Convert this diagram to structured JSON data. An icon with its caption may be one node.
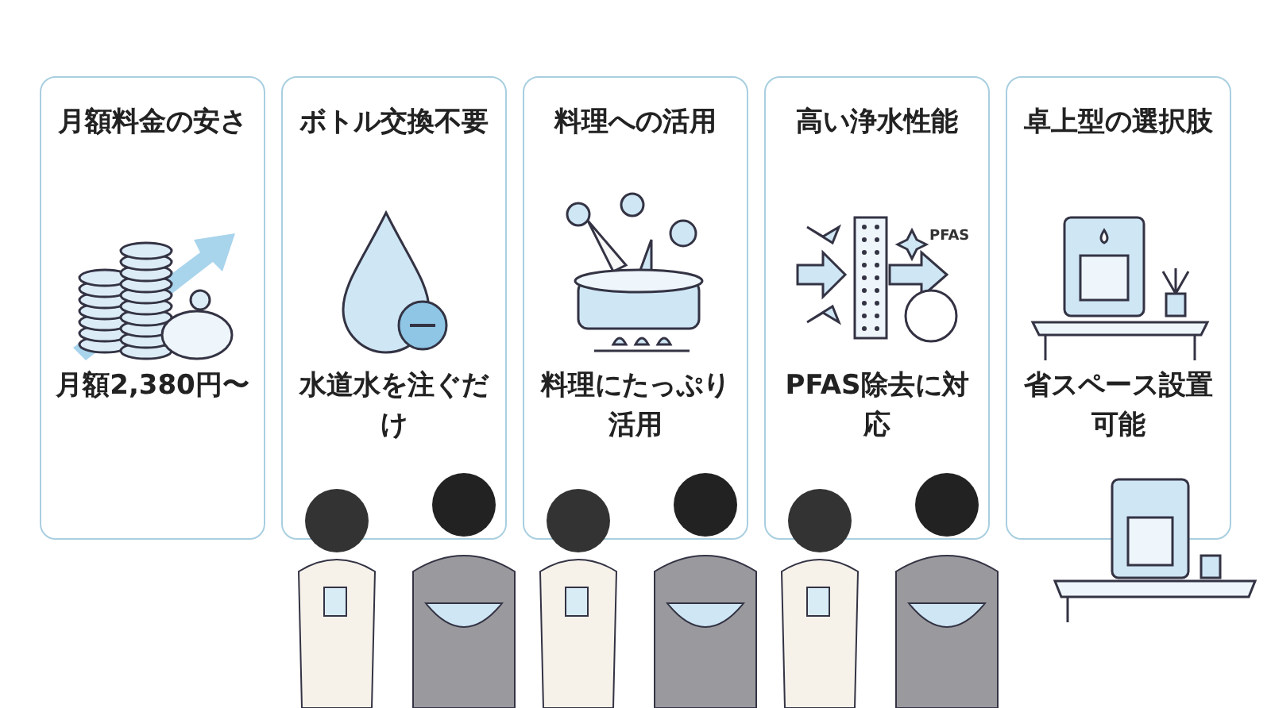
{
  "diagram": {
    "nodes": [
      {
        "text": [
          "月額料金の安さ",
          "月額2,380円〜"
        ]
      },
      {
        "text": [
          "ボトル交換不要",
          "水道水を注ぐだけ"
        ]
      },
      {
        "text": [
          "料理への活用",
          "料理にたっぷり活用"
        ]
      },
      {
        "text": [
          "高い浄水性能",
          "PFAS除去に対応"
        ]
      },
      {
        "text": [
          "卓上型の選択肢",
          "省スペース設置可能"
        ]
      }
    ],
    "labels": [
      "PFAS"
    ]
  }
}
